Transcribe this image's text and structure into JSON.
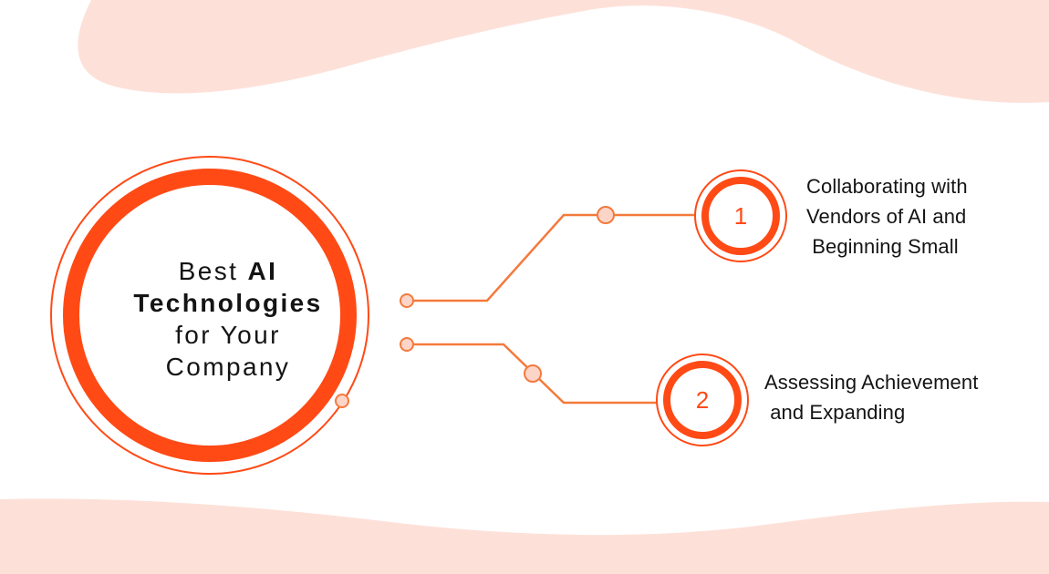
{
  "hub": {
    "title_line_1_prefix": "Best",
    "title_line_1_bold": "AI",
    "title_line_2": "Technologies",
    "title_line_3": "for Your",
    "title_line_4": "Company"
  },
  "steps": [
    {
      "number": "1",
      "label_lines": [
        "Collaborating with",
        "Vendors of AI and",
        " Beginning Small"
      ]
    },
    {
      "number": "2",
      "label_lines": [
        "Assessing Achievement",
        " and Expanding"
      ]
    }
  ],
  "colors": {
    "accent": "#ff4a16",
    "accent_light": "#f47a3c",
    "blob": "#fde1d9",
    "dot_fill": "#fdd5c8",
    "text": "#151515"
  }
}
